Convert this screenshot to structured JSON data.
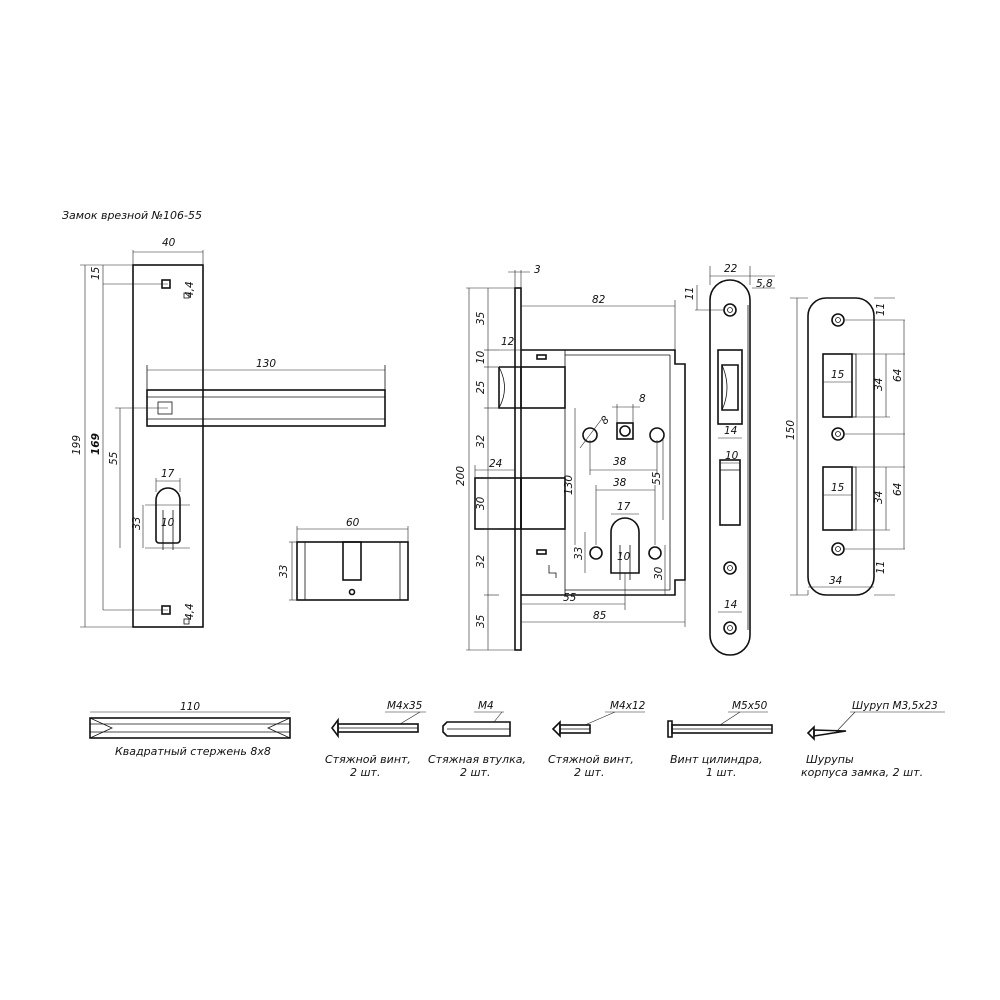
{
  "title": "Замок врезной №106-55",
  "handle": {
    "width": "40",
    "top": "15",
    "hole_dia_top": "4,4",
    "hole_dia_bottom": "4,4",
    "lever_length": "130",
    "height": "199",
    "hole_spacing": "169",
    "cyl_offset": "55",
    "cyl_width": "17",
    "cyl_slot": "10",
    "cyl_height": "33"
  },
  "cylinder": {
    "length": "60",
    "height": "33"
  },
  "lock_body": {
    "plate_thickness": "3",
    "top_offset": "35",
    "depth": "82",
    "latch_offset": "10",
    "latch_width": "12",
    "latch_height": "25",
    "upper_gap": "32",
    "total_height": "200",
    "bolt_width": "24",
    "bolt_height": "30",
    "mid_gap": "32",
    "bottom_offset": "35",
    "spindle_cyl_distance": "130",
    "spindle_dia": "8",
    "square_size": "8",
    "holes_spacing": "38",
    "spindle_to_hole": "55",
    "lower_holes_spacing": "38",
    "cyl_width": "17",
    "cyl_slot": "10",
    "cyl_height": "33",
    "backset": "55",
    "body_depth": "85",
    "cyl_bottom": "30"
  },
  "faceplate": {
    "width": "22",
    "thickness": "5,8",
    "hole_offset": "11",
    "latch_window": "14",
    "bolt_window": "10",
    "bolt_window_bottom": "14"
  },
  "strike": {
    "height": "150",
    "hole_offset_top": "11",
    "hole_offset_bottom": "11",
    "window_width_1": "15",
    "window_height_1": "34",
    "spacing_1": "64",
    "window_width_2": "15",
    "window_height_2": "34",
    "spacing_2": "64",
    "width": "34"
  },
  "parts": [
    {
      "dimension": "110",
      "caption_1": "Квадратный стержень 8х8",
      "caption_2": ""
    },
    {
      "dimension": "М4х35",
      "caption_1": "Стяжной винт,",
      "caption_2": "2 шт."
    },
    {
      "dimension": "М4",
      "caption_1": "Стяжная втулка,",
      "caption_2": "2 шт."
    },
    {
      "dimension": "М4х12",
      "caption_1": "Стяжной винт,",
      "caption_2": "2 шт."
    },
    {
      "dimension": "М5х50",
      "caption_1": "Винт цилиндра,",
      "caption_2": "1 шт."
    },
    {
      "dimension": "Шуруп М3,5х23",
      "caption_1": "Шурупы",
      "caption_2": "корпуса замка, 2 шт."
    }
  ]
}
